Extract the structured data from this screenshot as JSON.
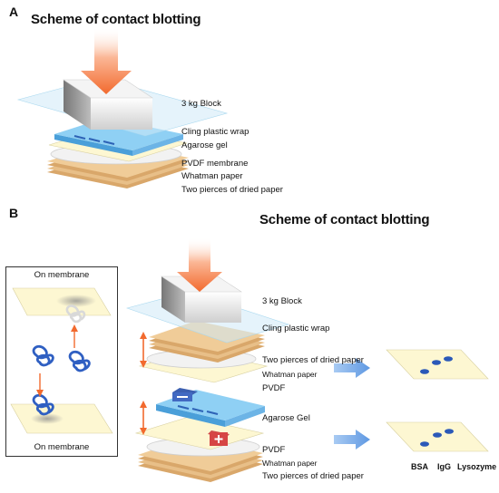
{
  "panel_a": {
    "letter": "A",
    "title": "Scheme of contact blotting",
    "labels": {
      "block": "3 kg Block",
      "wrap": "Cling plastic wrap",
      "gel": "Agarose gel",
      "pvdf": "PVDF membrane",
      "whatman": "Whatman paper",
      "dried": "Two pierces of dried paper"
    }
  },
  "panel_b": {
    "letter": "B",
    "title": "Scheme of contact blotting",
    "inset": {
      "top_caption": "On membrane",
      "bottom_caption": "On membrane"
    },
    "labels": {
      "block": "3 kg Block",
      "wrap": "Cling plastic wrap",
      "dried_top": "Two pierces of dried paper",
      "whatman_top": "Whatman paper",
      "pvdf_top": "PVDF",
      "gel": "Agarose Gel",
      "pvdf_bottom": "PVDF",
      "whatman_bottom": "Whatman paper",
      "dried_bottom": "Two pierces of dried paper"
    },
    "result_labels": [
      "BSA",
      "IgG",
      "Lysozyme"
    ]
  },
  "colors": {
    "arrow": "#f26a2e",
    "block": "#d7d7d7",
    "wrap": "#cfeaf7",
    "gel": "#7fc4ee",
    "membrane": "#fdf7d2",
    "paper": "#e3b479",
    "spot": "#2b59b8",
    "result_arrow": "#6fa6e6"
  },
  "icons": {
    "minus": "minus-icon",
    "plus": "plus-icon",
    "protein": "protein-coil-icon"
  }
}
